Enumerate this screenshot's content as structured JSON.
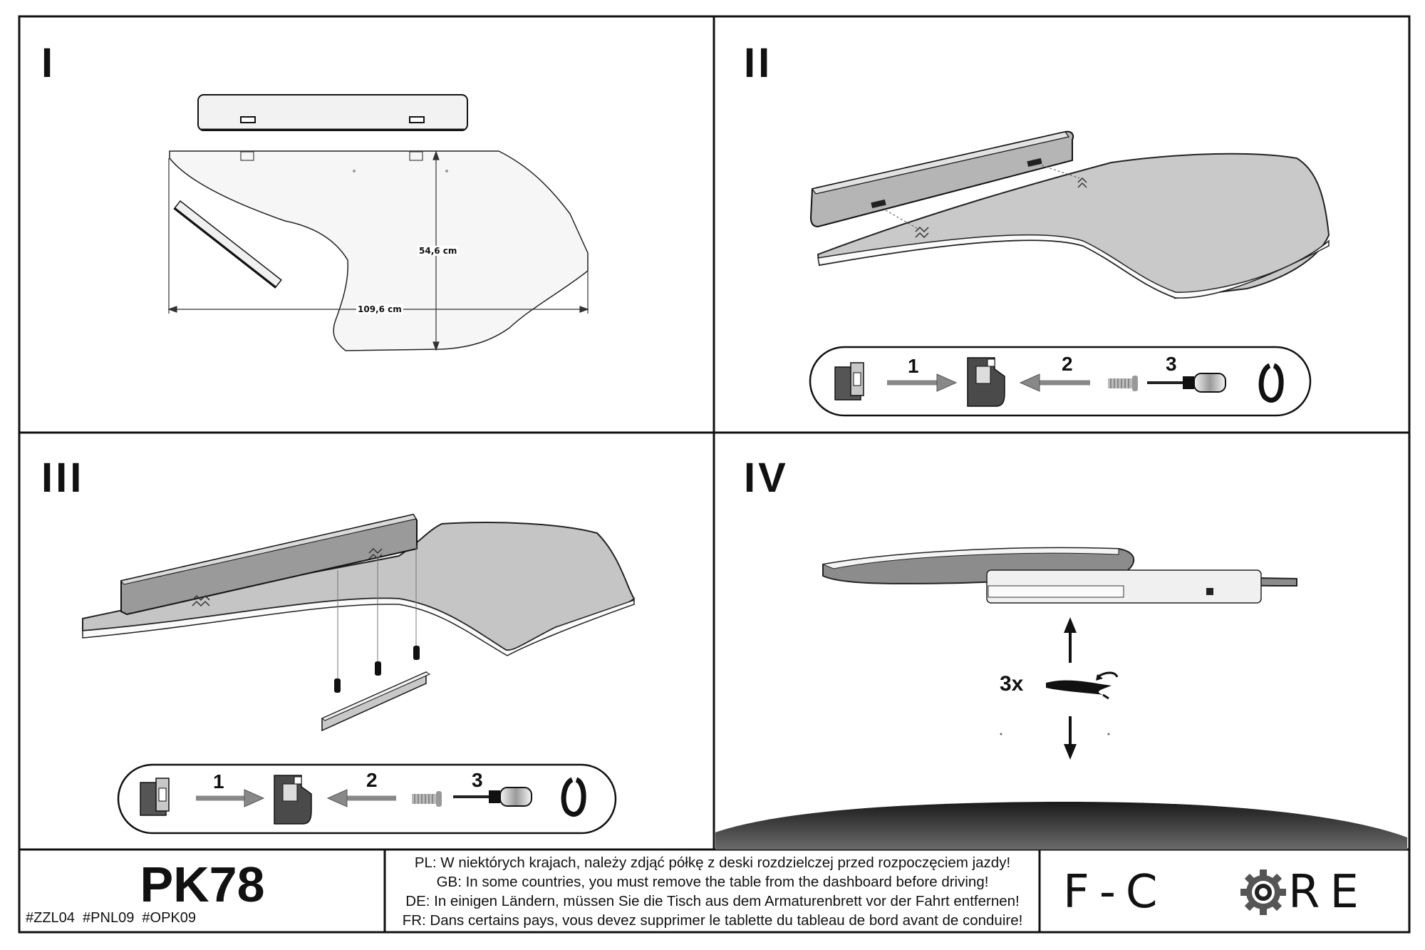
{
  "panels": {
    "p1": {
      "numeral": "I",
      "width_label": "109,6 cm",
      "height_label": "54,6 cm"
    },
    "p2": {
      "numeral": "II",
      "steps": [
        "1",
        "2",
        "3"
      ]
    },
    "p3": {
      "numeral": "III",
      "steps": [
        "1",
        "2",
        "3"
      ]
    },
    "p4": {
      "numeral": "IV",
      "repeat_label": "3x"
    }
  },
  "footer": {
    "product_code": "PK78",
    "tags": "#ZZL04  #PNL09  #OPK09",
    "warnings": [
      "PL: W niektórych krajach, należy zdjąć półkę z deski rozdzielczej przed rozpoczęciem jazdy!",
      "GB: In some countries, you must remove the table from the dashboard before driving!",
      "DE: In einigen Ländern, müssen Sie die Tisch aus dem Armaturenbrett vor der Fahrt entfernen!",
      "FR: Dans certains pays, vous devez supprimer le tablette du tableau de bord avant de conduire!"
    ],
    "logo": {
      "left": "F-C",
      "right": "RE",
      "icon": "gear-icon"
    }
  },
  "colors": {
    "line": "#111111",
    "surface": "#c8c8c8",
    "surface_dark": "#8a8a8a",
    "dashboard": "#2b2b2b"
  }
}
